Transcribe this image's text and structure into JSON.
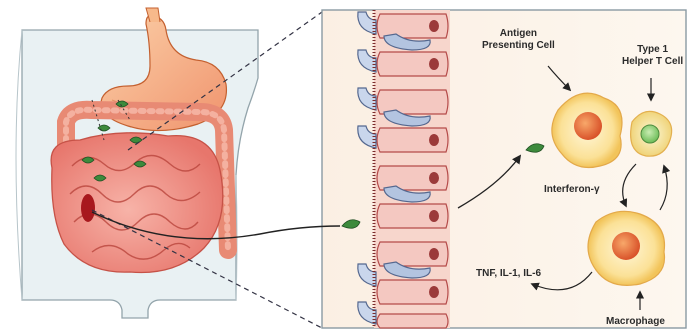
{
  "figure": {
    "labels": {
      "antigen_presenting_cell": [
        "Antigen",
        "Presenting Cell"
      ],
      "type1_helper_t_cell": [
        "Type 1",
        "Helper T Cell"
      ],
      "interferon": "Interferon-γ",
      "cytokines": "TNF, IL-1, IL-6",
      "macrophage": "Macrophage"
    }
  }
}
